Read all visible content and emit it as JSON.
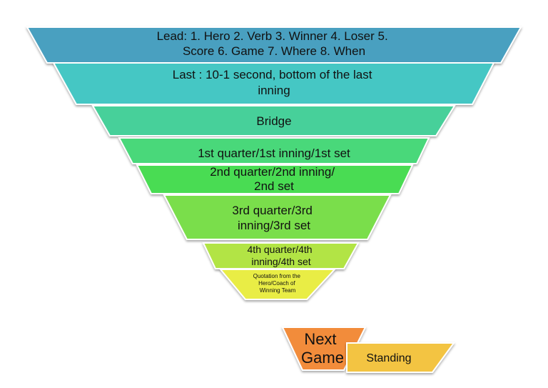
{
  "pyramid": {
    "segments": [
      {
        "lines": [
          "Lead: 1. Hero 2. Verb 3. Winner 4. Loser 5.",
          "Score 6. Game 7. Where 8. When"
        ],
        "color": "#4aa0c0"
      },
      {
        "lines": [
          "Last : 10-1 second, bottom of the last",
          "inning"
        ],
        "color": "#45c7c4"
      },
      {
        "lines": [
          "Bridge"
        ],
        "color": "#46d09a"
      },
      {
        "lines": [
          "1st quarter/1st inning/1st set"
        ],
        "color": "#48d87a"
      },
      {
        "lines": [
          "2nd quarter/2nd inning/",
          "2nd set"
        ],
        "color": "#49dc52"
      },
      {
        "lines": [
          "3rd quarter/3rd",
          "inning/3rd set"
        ],
        "color": "#7ade4c"
      },
      {
        "lines": [
          "4th quarter/4th",
          "inning/4th set"
        ],
        "color": "#b2e445"
      },
      {
        "lines": [
          "Quotation from the",
          "Hero/Coach of",
          "Winning Team"
        ],
        "color": "#e9ed44"
      }
    ]
  },
  "next_game": {
    "lines": [
      "Next",
      "Game"
    ],
    "color": "#f28c3a"
  },
  "standing": {
    "label": "Standing",
    "color": "#f3c443"
  }
}
